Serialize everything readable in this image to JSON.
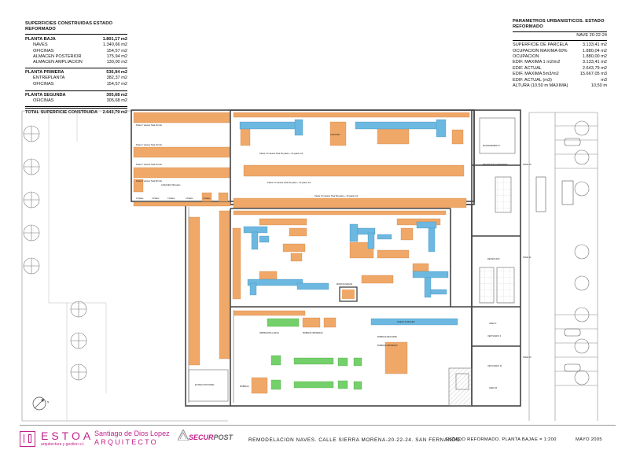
{
  "surfaces": {
    "title": "SUPERFICIES CONSTRUIDAS ESTADO REFORMADO",
    "planta_baja": {
      "label": "PLANTA BAJA",
      "value": "1.801,17 m2"
    },
    "baja_items": [
      {
        "label": "NAVES",
        "value": "1.340,66 m2"
      },
      {
        "label": "OFICINAS",
        "value": "154,57 m2"
      },
      {
        "label": "ALMACEN POSTERIOR",
        "value": "175,94 m2"
      },
      {
        "label": "ALMACEN AMPLIACION",
        "value": "130,00 m2"
      }
    ],
    "planta_primera": {
      "label": "PLANTA PRIMERA",
      "value": "536,94 m2"
    },
    "primera_items": [
      {
        "label": "ENTREPLANTA",
        "value": "382,37 m2"
      },
      {
        "label": "OFICINAS",
        "value": "154,57 m2"
      }
    ],
    "planta_segunda": {
      "label": "PLANTA SEGUNDA",
      "value": "305,68 m2"
    },
    "segunda_items": [
      {
        "label": "OFICINAS",
        "value": "305,68 m2"
      }
    ],
    "total": {
      "label": "TOTAL SUPERFICIE CONSTRUIDA",
      "value": "2.643,79 m2"
    }
  },
  "params": {
    "title": "PARAMETROS URBANISTICOS. ESTADO REFORMADO",
    "subtitle": "NAVE 20-22-24",
    "items": [
      {
        "label": "SUPERFICIE DE PARCELA",
        "value": "3.133,41 m2"
      },
      {
        "label": "OCUPACION MAXIMA 60%",
        "value": "1.880,04 m2"
      },
      {
        "label": "OCUPACION",
        "value": "1.880,00 m2"
      },
      {
        "label": "EDIF. MAXIMA 1 m2/m2",
        "value": "3.133,41 m2"
      },
      {
        "label": "EDIF. ACTUAL",
        "value": "2.643,79 m2"
      },
      {
        "label": "EDIF. MAXIMA 5m3/m2",
        "value": "15.667,05 m3"
      },
      {
        "label": "EDIF. ACTUAL (m3)",
        "value": "m3"
      },
      {
        "label": "ALTURA (10.50 m MAXIMA)",
        "value": "10,50 m"
      }
    ]
  },
  "plan": {
    "labels": {
      "almacen_top": "ALMACEN",
      "nave_20": "NAVE 20",
      "nave_22": "NAVE 22",
      "nave_24": "NAVE 24",
      "mantenimiento": "MANTENIMIENTO",
      "recepcion_albaranes": "RECEPCION ALBARANES",
      "recepcion": "RECEPCION",
      "aseo_f": "ASEO F",
      "vestuario_f": "VESTUARIO F",
      "vestuario_m": "VESTUARIO M",
      "aseo_m": "ASEO M",
      "almacen_left": "ALMACEN 336 pales",
      "impresora": "IMPRESORA LARGA",
      "recortes": "BOBINAS IMPRESAS",
      "bobinas_rec": "BOBINAS RECORTE",
      "bobinas_imp": "BOBINAS IMPRESAS",
      "nuevo_almacen": "NUEVO ALMACEN",
      "montacargas": "MONTACARGAS",
      "extractor": "EXTRACTOR PAPEL",
      "bobinas": "BOBINAS",
      "rack_1": "Palets 7 alturas Total 49 Uds",
      "rack_2": "Palets 7 alturas Total 49 Uds",
      "rack_3": "Palets 7 alturas Total 49 Uds",
      "rack_4": "Palets 7 alturas Total 98 Uds",
      "rack_top": "Palets 3,5 alturas Total 96 palets + 30 palets 1/2",
      "rack_mid": "Palets 3,5 alturas Total 96 palets + 30 palets 1/2",
      "rack_low": "Palets 3,5 alturas Total 84 palets + 30 palets 1/2",
      "pal_1": "3 Palets",
      "pal_2": "3 Palets",
      "pal_3": "3 Palets",
      "pal_4": "3 Palets",
      "pal_5": "3 Palets",
      "north": "N"
    }
  },
  "footer": {
    "brand": "ESTOA",
    "brand_sub": "arquitectura y gestion s.l.",
    "architect_name": "Santiago de Dios Lopez",
    "architect_role": "ARQUITECTO",
    "client_secur": "SECUR",
    "client_post": "POST",
    "project": "REMODELACION NAVES. CALLE SIERRA MORENA-20-22-24. SAN FERNANDO.",
    "sheet": "ESTADO REFORMADO. PLANTA BAJA",
    "scale": "E = 1:200",
    "date": "MAYO 2005"
  },
  "colors": {
    "orange": "#f0a868",
    "blue": "#6cb8e0",
    "green": "#74d06a",
    "magenta": "#c2218a",
    "wall": "#444444"
  }
}
